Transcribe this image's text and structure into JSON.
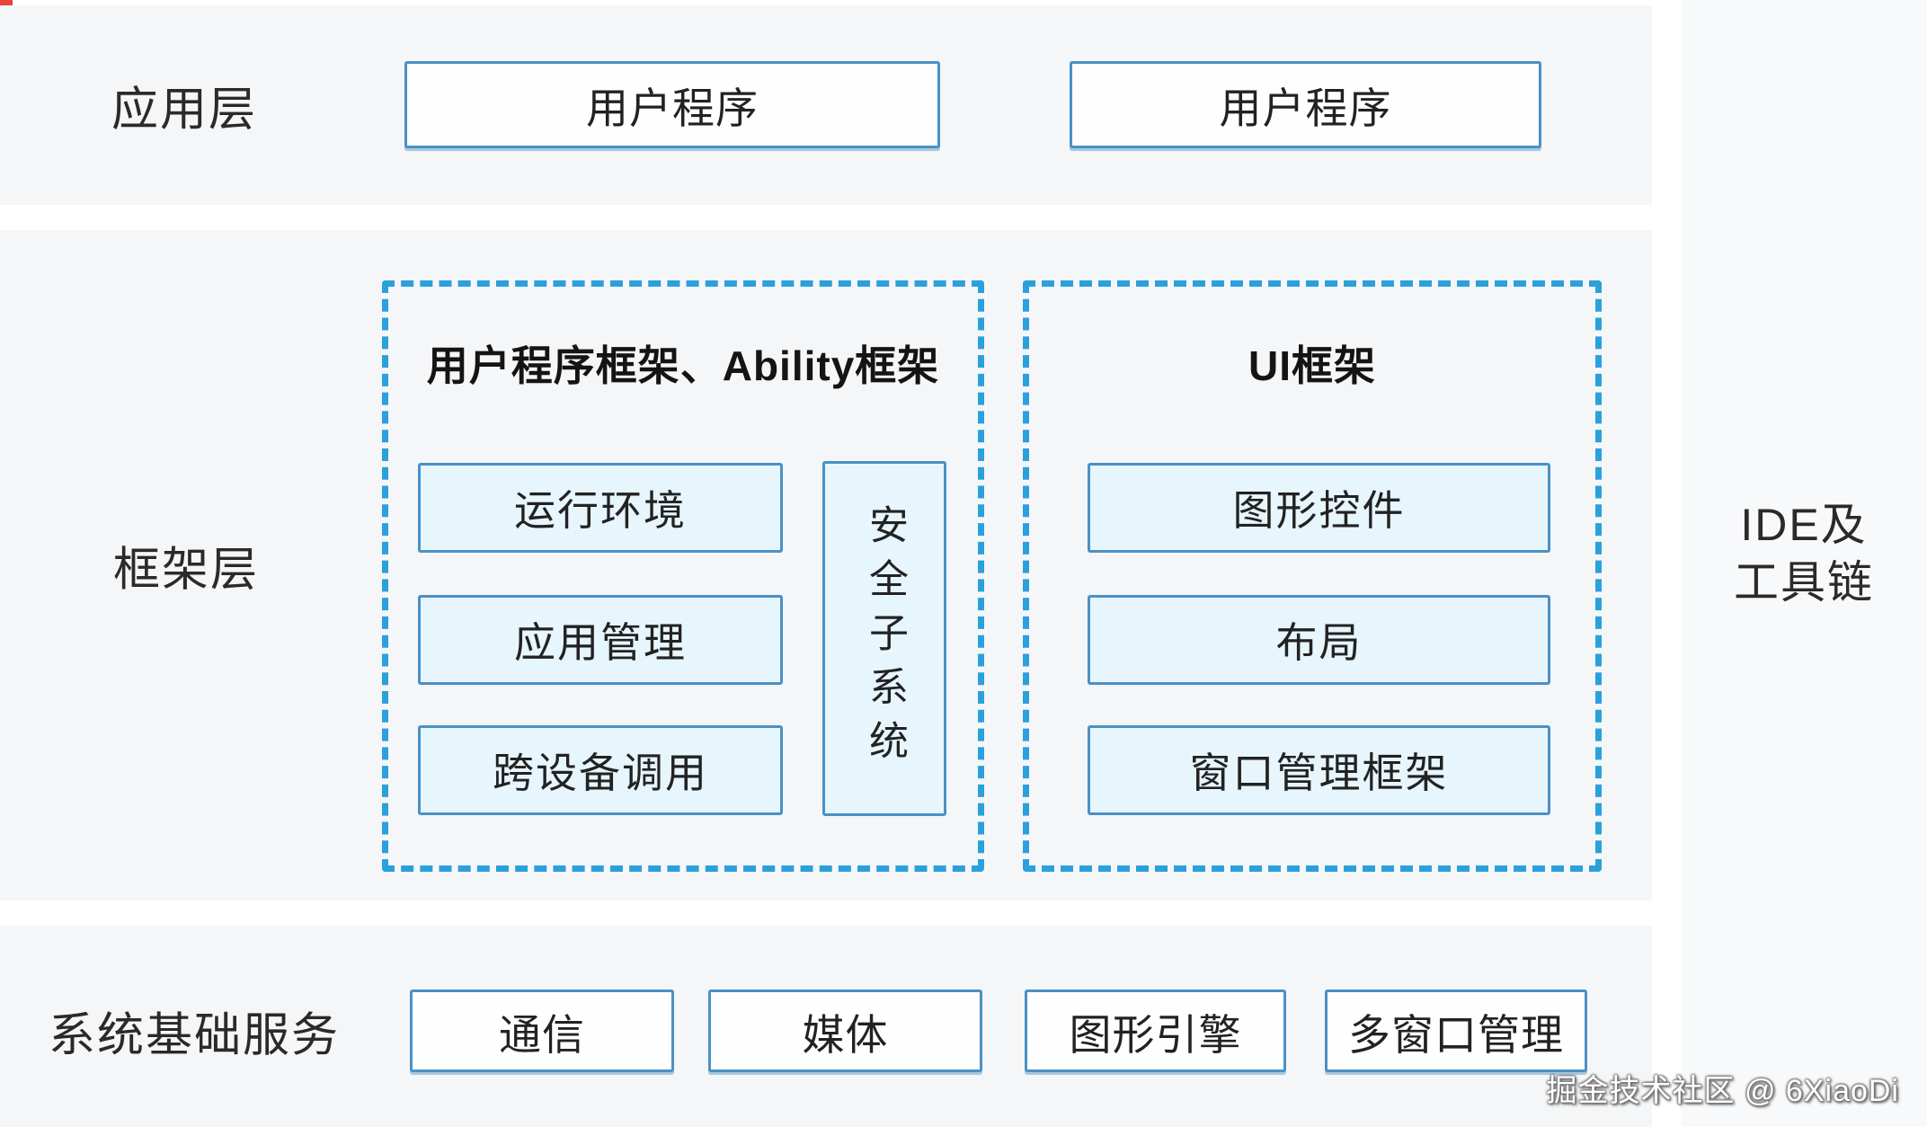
{
  "colors": {
    "band_background": "#f5f6f7",
    "right_column_background": "#f8f9fa",
    "dashed_border_blue": "#2aa1dc",
    "box_border_blue": "#4a91c6",
    "box_fill_light_blue": "#e7f5fc",
    "box_fill_white": "#fefefe",
    "text": "#2a2a2a",
    "watermark_text": "#ffffff"
  },
  "layers": {
    "app": {
      "label": "应用层",
      "boxes": [
        "用户程序",
        "用户程序"
      ]
    },
    "framework": {
      "label": "框架层",
      "left_group": {
        "title": "用户程序框架、Ability框架",
        "boxes": [
          "运行环境",
          "应用管理",
          "跨设备调用"
        ],
        "side_box": "安全子系统"
      },
      "right_group": {
        "title": "UI框架",
        "boxes": [
          "图形控件",
          "布局",
          "窗口管理框架"
        ]
      }
    },
    "services": {
      "label": "系统基础服务",
      "boxes": [
        "通信",
        "媒体",
        "图形引擎",
        "多窗口管理"
      ]
    }
  },
  "side_column": {
    "line1": "IDE及",
    "line2": "工具链"
  },
  "watermark": {
    "text": "掘金技术社区 @ 6XiaoDi"
  }
}
